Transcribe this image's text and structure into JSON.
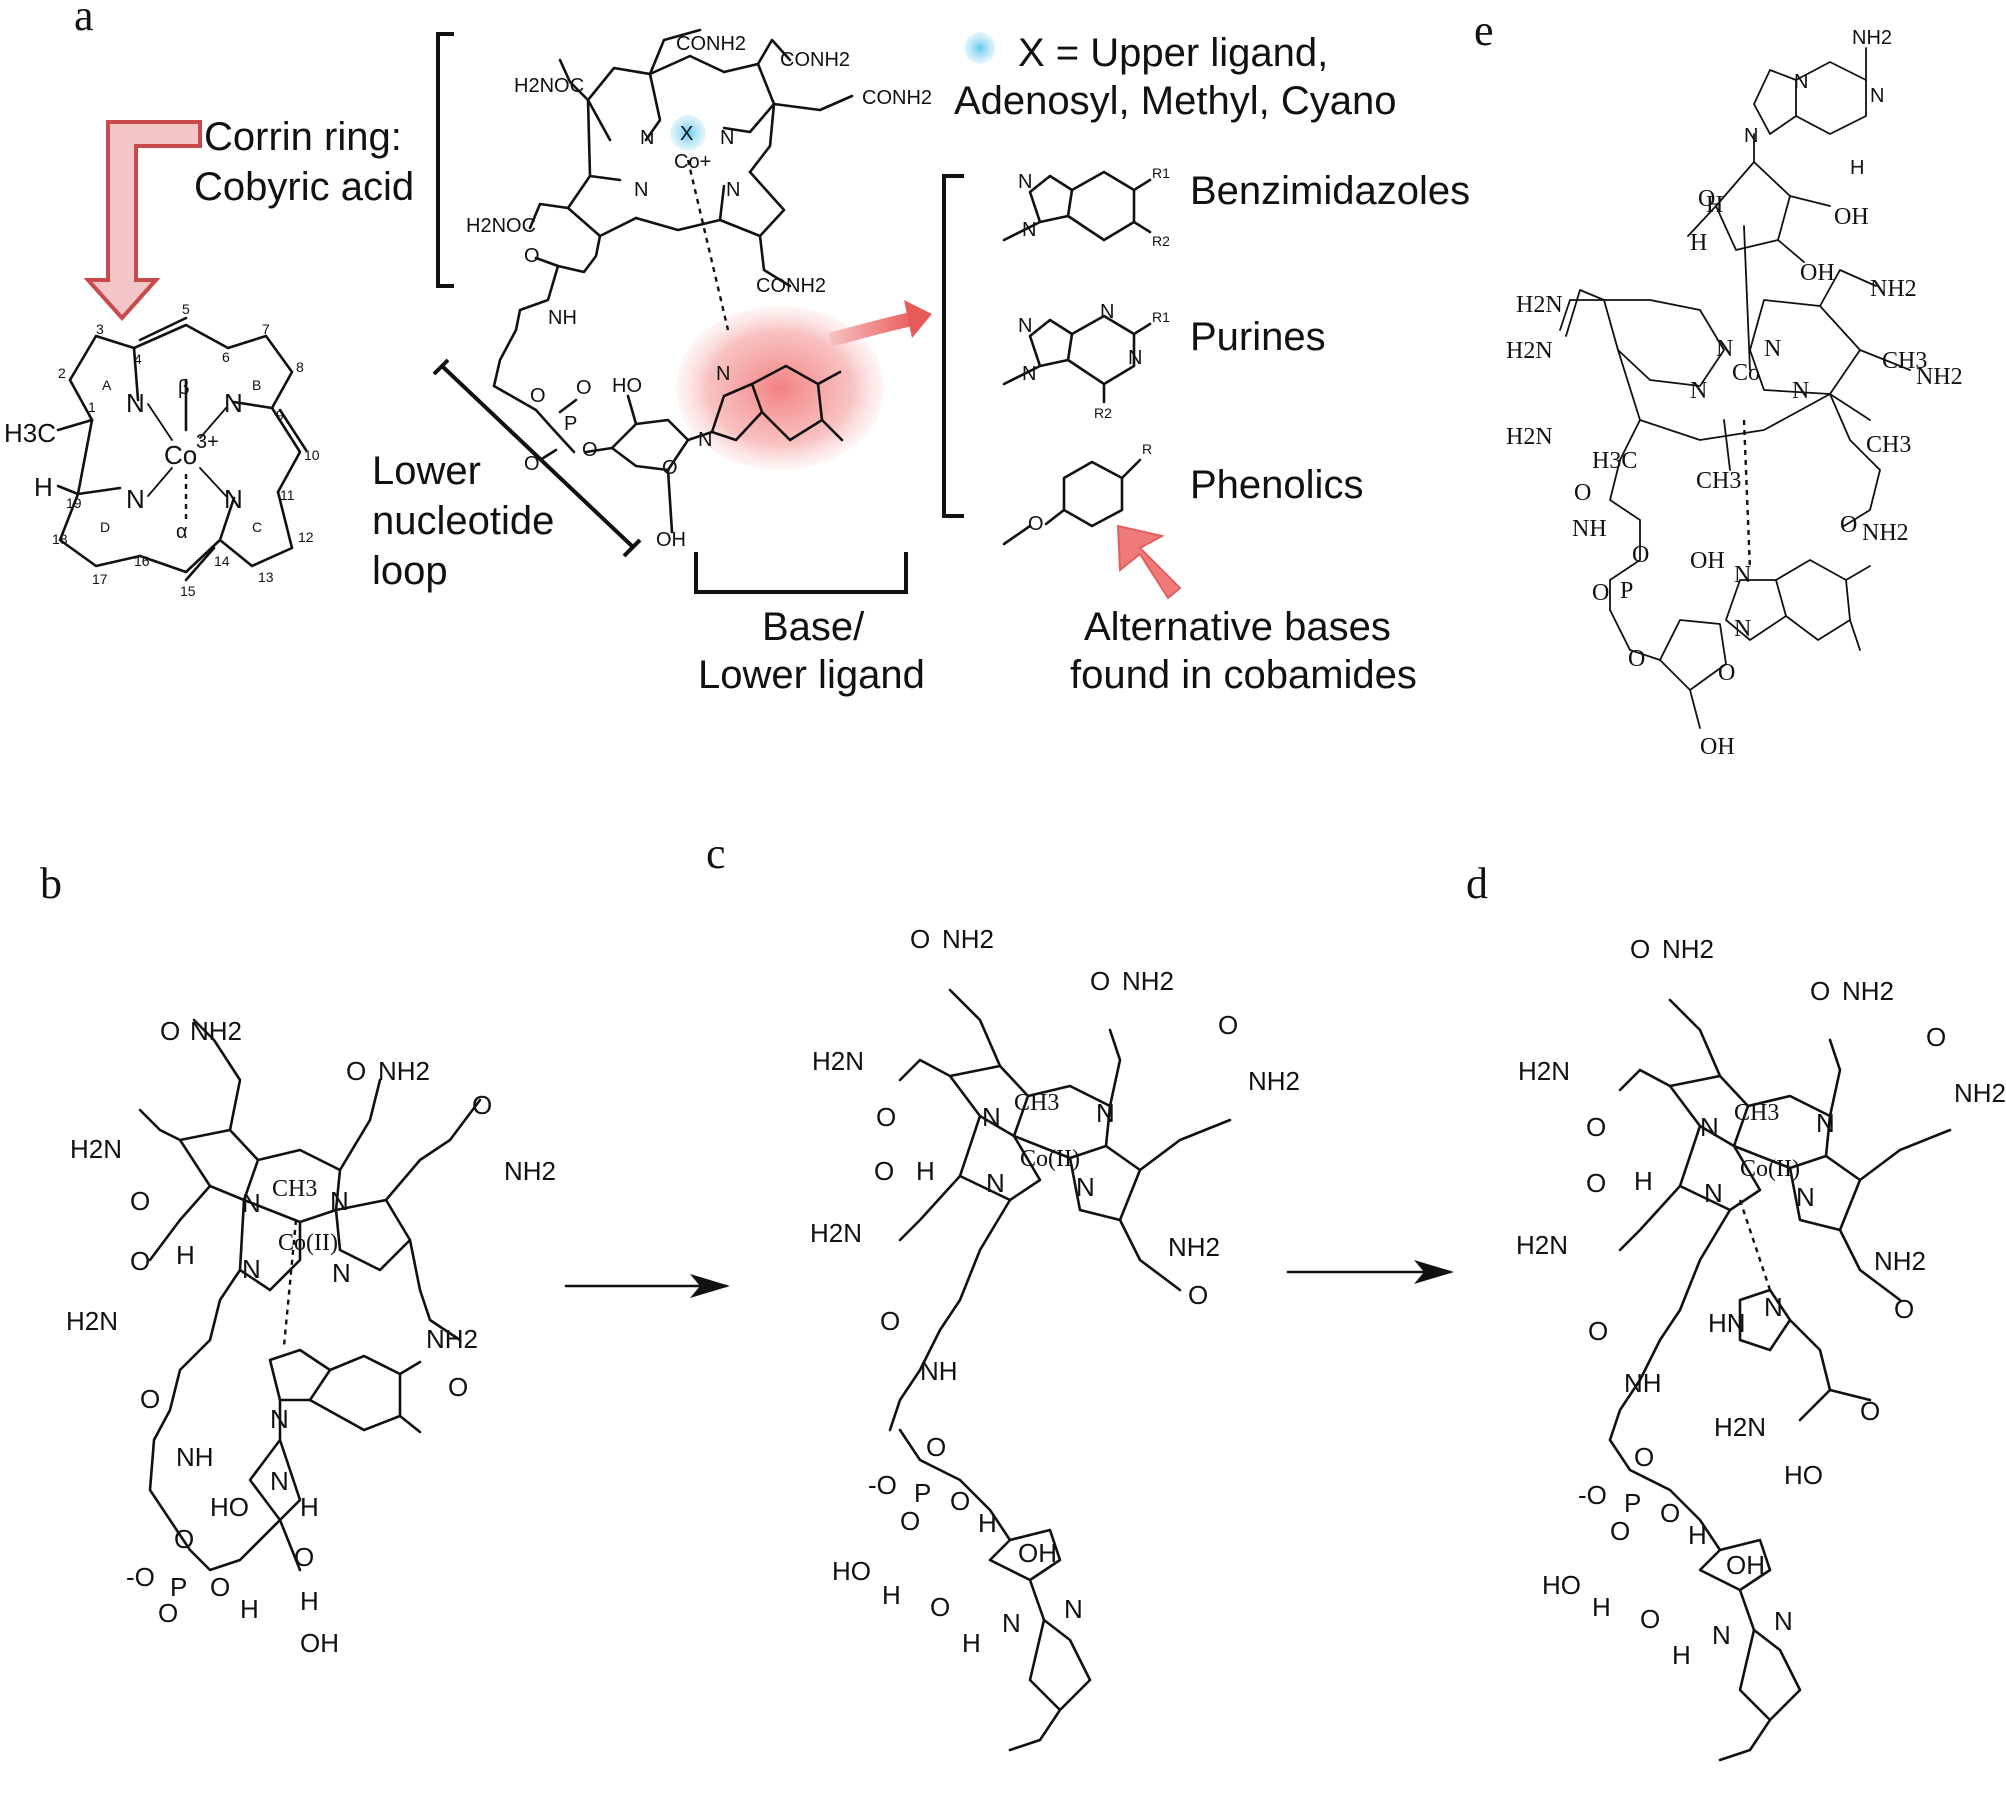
{
  "panels": {
    "a": {
      "letter": "a",
      "corrin_label_line1": "Corrin ring:",
      "corrin_label_line2": "Cobyric acid",
      "upper_ligand_line1": "X = Upper ligand,",
      "upper_ligand_line2": "Adenosyl, Methyl, Cyano",
      "lower_loop_line1": "Lower",
      "lower_loop_line2": "nucleotide",
      "lower_loop_line3": "loop",
      "base_line1": "Base/",
      "base_line2": "Lower ligand",
      "alt_line1": "Alternative bases",
      "alt_line2": "found in cobamides",
      "bases": [
        "Benzimidazoles",
        "Purines",
        "Phenolics"
      ],
      "corrin_atoms": {
        "metal": "Co",
        "charge": "3+",
        "beta": "β",
        "alpha": "α",
        "methyl": "H3C",
        "h": "H",
        "ring_letters": [
          "A",
          "B",
          "C",
          "D"
        ],
        "positions": [
          "1",
          "2",
          "3",
          "4",
          "5",
          "6",
          "7",
          "8",
          "9",
          "10",
          "11",
          "12",
          "13",
          "14",
          "15",
          "16",
          "17",
          "18",
          "19"
        ]
      },
      "cobalamin_atoms": {
        "x": "X",
        "co": "Co+",
        "conh2": "CONH2",
        "h2noc": "H2NOC",
        "nh": "NH",
        "ho": "HO",
        "oh": "OH",
        "p": "P",
        "o": "O",
        "n": "N",
        "r1": "R1",
        "r2": "R2",
        "r": "R"
      }
    },
    "b": {
      "letter": "b"
    },
    "c": {
      "letter": "c"
    },
    "d": {
      "letter": "d"
    },
    "e": {
      "letter": "e"
    }
  },
  "molecule_labels": {
    "ch3": "CH3",
    "co2": "Co(II)",
    "nh2": "NH2",
    "h2n": "H2N",
    "o": "O",
    "n": "N",
    "h": "H",
    "nh": "NH",
    "hn": "HN",
    "oh": "OH",
    "ho": "HO",
    "p": "P",
    "o_minus": "-O",
    "co3": "Co",
    "h3c": "H3C"
  },
  "colors": {
    "arrow_red": "#c84a4a",
    "arrow_fill": "#e8a0a0",
    "highlight_blue": "#7fd0f0",
    "highlight_red": "#f08080"
  }
}
